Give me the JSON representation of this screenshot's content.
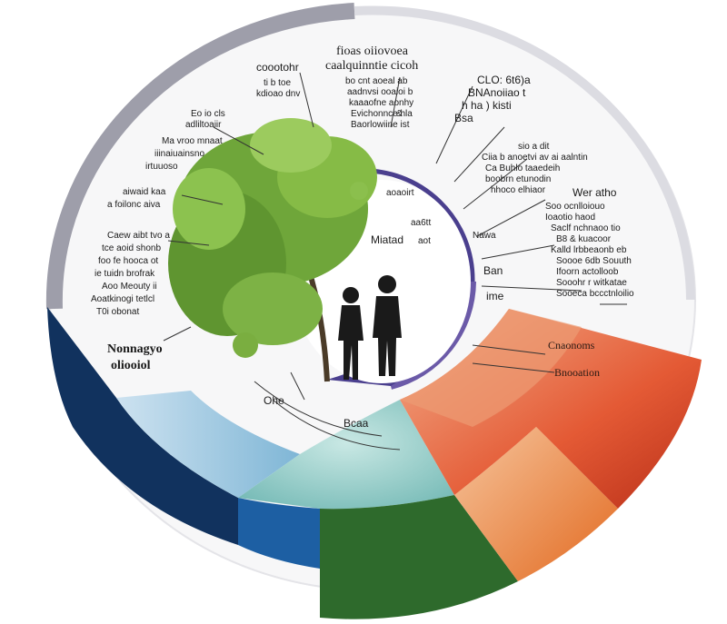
{
  "diagram": {
    "title_lines": [
      "fioas oiiovoea",
      "caalquinntie cicoh"
    ],
    "top_left_label": "coootohr",
    "upper_right_head": [
      "CLO: 6t6)a",
      "BNAnoiiao t",
      "h ha ) kisti",
      "Bsa"
    ],
    "blocks": {
      "top_center": [
        "bo cnt aoeal ab",
        "aadnvsi ooaioi b",
        "kaaaofne aonhy",
        "Evichonnce hla",
        "&",
        "Baorlowiine ist"
      ],
      "top_left": [
        "ti b toe",
        "kdioao dnv",
        "Eo io cls",
        "adliltoaiir",
        "Ma vroo mnaat",
        "iiinaiuainsno",
        "irtuuoso"
      ],
      "left": [
        "aiwaid kaa",
        "a foilonc aiva"
      ],
      "left_lower": [
        "Caew aibt tvo a",
        "tce aoid shonb",
        "foo fe hooca ot",
        "ie tuidn brofrak",
        "Aoo Meouty ii",
        "Aoatkinogi tetlcl",
        "T0i obonat"
      ],
      "left_bottom": [
        "Nonnagyo",
        "oliooiol"
      ],
      "right_upper": [
        "sio a dit",
        "Ciia b anoetvi av ai aalntin",
        "Ca Buhlo taaedeih",
        "boobrn etunodin",
        "hhoco elhiaor"
      ],
      "right_mid": [
        "Wer atho",
        "Soo ocnlloiouo",
        "Ioaotio haod",
        "Saclf nchnaoo tio",
        "B8 & kuacoor",
        "Kalld lrbbeaonb eb",
        "Soooe 6db Souuth",
        "Ifoorn actolloob",
        "Sooohr r witkatae",
        "Sooeca bccctnloilio"
      ],
      "inner_ring": [
        "aoaoirt",
        "aa6tt",
        "Miatad",
        "aot",
        "Nawa",
        "Ban",
        "ime"
      ],
      "orange_band": [
        "Cnaonoms",
        "Bnooation"
      ],
      "lower_band": [
        "Bcaa",
        "Ohe"
      ]
    },
    "band_colors": {
      "navy": "#11325e",
      "blue": "#1d5fa3",
      "teal": "#8ccbc8",
      "green": "#2e6a2c",
      "red": "#c0391d",
      "orange": "#e9752a",
      "salmon": "#ec9b74",
      "purple": "#4a3f8e",
      "ring_gray": "#b5b5bd"
    },
    "icons": [
      "tree-icon",
      "person-icon",
      "person-icon"
    ]
  }
}
